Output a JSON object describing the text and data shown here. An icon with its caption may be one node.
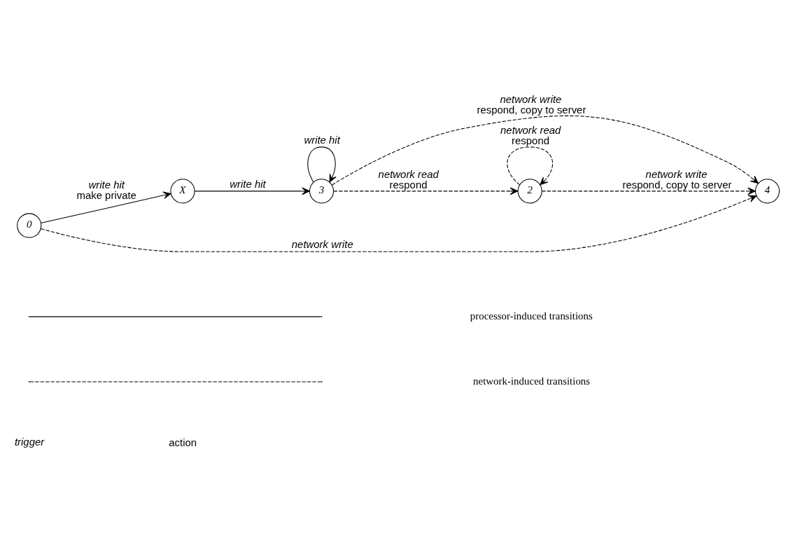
{
  "diagram": {
    "nodes": [
      {
        "text": [
          "0"
        ]
      },
      {
        "text": [
          "X"
        ]
      },
      {
        "text": [
          "3"
        ]
      },
      {
        "text": [
          "4"
        ]
      },
      {
        "text": [
          "2"
        ]
      }
    ],
    "edges": [
      {
        "from": 0,
        "to": 1,
        "arrow": "to",
        "label": [
          "write hit",
          "make private"
        ]
      },
      {
        "from": 1,
        "to": 2,
        "arrow": "to",
        "label": [
          "write hit"
        ]
      },
      {
        "from": 2,
        "to": 2,
        "arrow": "to",
        "label": [
          "write hit"
        ]
      },
      {
        "from": 0,
        "to": 3,
        "arrow": "to",
        "style": "dashed",
        "label": [
          "network write"
        ]
      },
      {
        "from": 2,
        "to": 3,
        "arrow": "to",
        "style": "dashed",
        "label": [
          "network write",
          "respond, copy to server"
        ]
      },
      {
        "from": 2,
        "to": 4,
        "arrow": "to",
        "style": "dashed",
        "label": [
          "network read",
          "respond"
        ]
      },
      {
        "from": 4,
        "to": 3,
        "arrow": "to",
        "style": "dashed",
        "label": [
          "network write",
          "respond, copy to server"
        ]
      },
      {
        "from": 4,
        "to": 4,
        "arrow": "to",
        "style": "dashed",
        "label": [
          "network read",
          "respond"
        ]
      }
    ],
    "labels": [
      "trigger",
      "action"
    ],
    "legend": [
      {
        "text": "processor-induced transitions"
      },
      {
        "text": "network-induced transitions"
      }
    ]
  }
}
